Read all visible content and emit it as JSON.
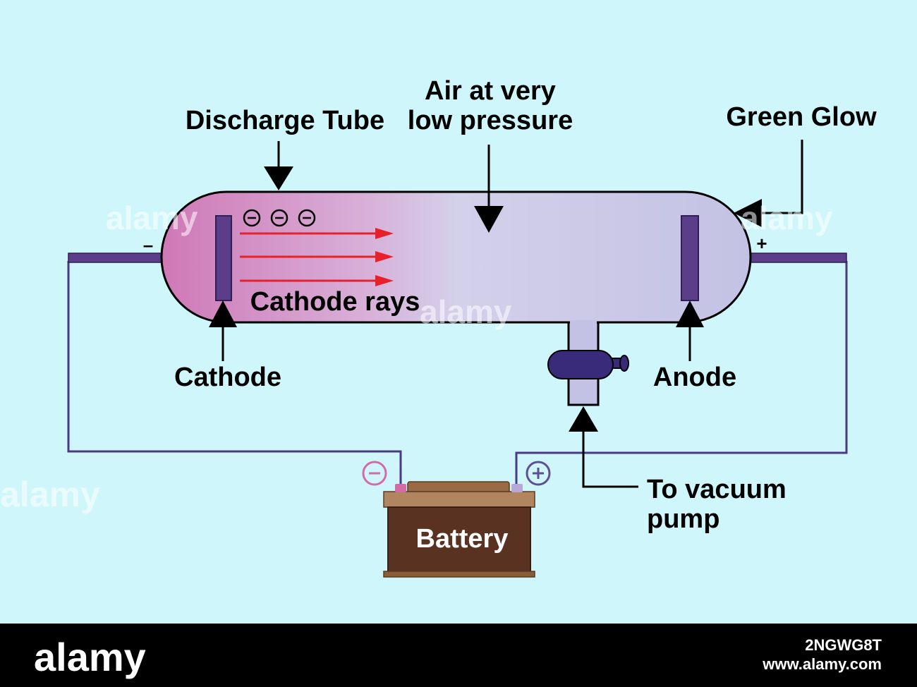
{
  "labels": {
    "discharge_tube": "Discharge Tube",
    "air_line1": "Air at very",
    "air_line2": "low pressure",
    "green_glow": "Green Glow",
    "cathode_rays": "Cathode rays",
    "cathode": "Cathode",
    "anode": "Anode",
    "vacuum_line1": "To vacuum",
    "vacuum_line2": "pump",
    "battery": "Battery",
    "minus_sign": "–",
    "plus_sign": "+",
    "electron": "−",
    "terminal_minus": "−",
    "terminal_plus": "+"
  },
  "watermark": {
    "brand": "alamy",
    "image_id": "2NGWG8T",
    "site": "www.alamy.com"
  },
  "colors": {
    "background": "#cff7fb",
    "footer": "#000000",
    "tube_cathode_end": "#cc7db8",
    "tube_body": "#cdcbe8",
    "electrode": "#5b3d8a",
    "wire": "#4a3a86",
    "rays": "#e8202a",
    "battery_body": "#5a3222",
    "battery_top": "#9a6a44",
    "stopcock": "#3a2a7a",
    "terminal_minus": "#d46aa6",
    "terminal_plus": "#5e4e94"
  }
}
